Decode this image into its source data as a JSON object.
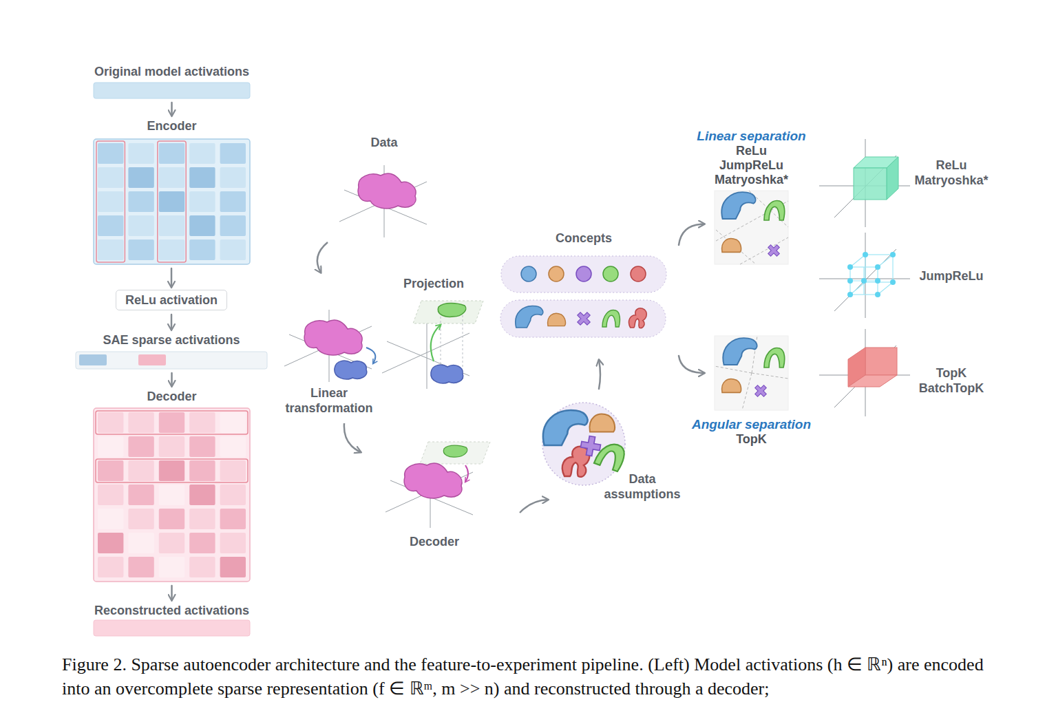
{
  "diagram": {
    "caption": "Figure 2. Sparse autoencoder architecture and the feature-to-experiment pipeline. (Left) Model activations (h ∈ ℝⁿ) are encoded into an overcomplete sparse representation (f ∈ ℝᵐ, m >> n) and reconstructed through a decoder;",
    "nodes": [
      {
        "text": [
          "Original model activations"
        ]
      },
      {
        "text": [
          "Encoder"
        ]
      },
      {
        "text": [
          "ReLu activation"
        ]
      },
      {
        "text": [
          "SAE sparse activations"
        ]
      },
      {
        "text": [
          "Decoder"
        ]
      },
      {
        "text": [
          "Reconstructed activations"
        ]
      },
      {
        "text": [
          "Concepts"
        ]
      },
      {
        "text": [
          "Linear separation",
          "ReLu JumpReLu Matryoshka*"
        ]
      },
      {
        "text": [
          "Angular separation",
          "TopK"
        ]
      },
      {
        "text": [
          "Data assumptions"
        ]
      }
    ],
    "edges": [
      {
        "from": 0,
        "to": 1,
        "arrow": "to"
      },
      {
        "from": 1,
        "to": 2,
        "arrow": "to"
      },
      {
        "from": 2,
        "to": 3,
        "arrow": "to"
      },
      {
        "from": 3,
        "to": 4,
        "arrow": "to"
      },
      {
        "from": 4,
        "to": 5,
        "arrow": "to"
      },
      {
        "from": 9,
        "to": 6,
        "arrow": "to"
      },
      {
        "from": 6,
        "to": 7,
        "arrow": "to"
      },
      {
        "from": 6,
        "to": 8,
        "arrow": "to"
      }
    ],
    "labels": [
      "Data",
      "Linear transformation",
      "Projection",
      "Decoder",
      "ReLu Matryoshka*",
      "JumpReLu",
      "TopK BatchTopK"
    ]
  }
}
